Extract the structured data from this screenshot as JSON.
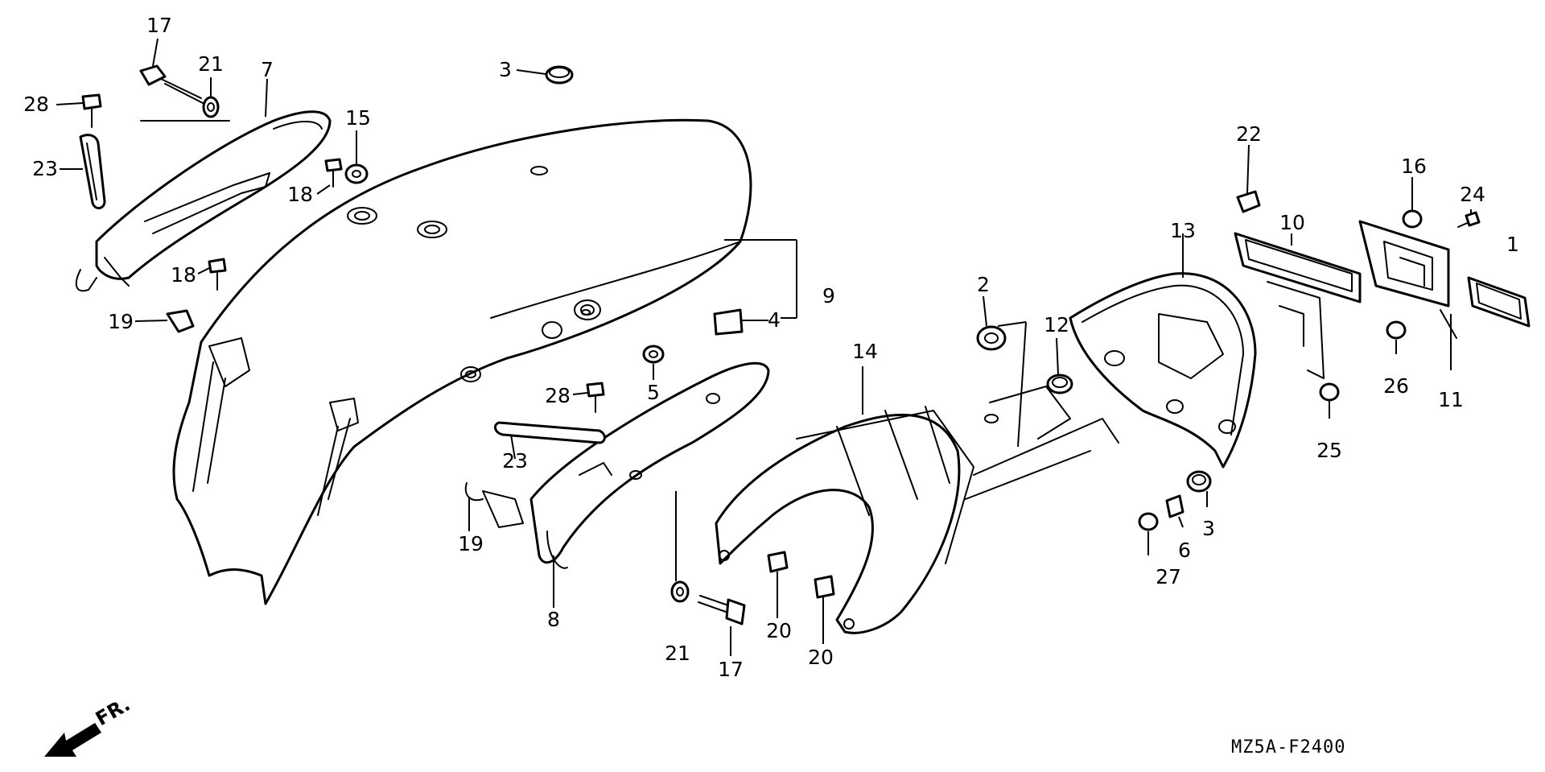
{
  "diagram": {
    "drawing_code": "MZ5A-F2400",
    "direction_label": "FR.",
    "callouts": [
      {
        "id": "c17a",
        "label": "17"
      },
      {
        "id": "c21a",
        "label": "21"
      },
      {
        "id": "c7",
        "label": "7"
      },
      {
        "id": "c28a",
        "label": "28"
      },
      {
        "id": "c23a",
        "label": "23"
      },
      {
        "id": "c15",
        "label": "15"
      },
      {
        "id": "c18a",
        "label": "18"
      },
      {
        "id": "c18b",
        "label": "18"
      },
      {
        "id": "c19a",
        "label": "19"
      },
      {
        "id": "c3a",
        "label": "3"
      },
      {
        "id": "c9",
        "label": "9"
      },
      {
        "id": "c4",
        "label": "4"
      },
      {
        "id": "c5",
        "label": "5"
      },
      {
        "id": "c28b",
        "label": "28"
      },
      {
        "id": "c23b",
        "label": "23"
      },
      {
        "id": "c19b",
        "label": "19"
      },
      {
        "id": "c8",
        "label": "8"
      },
      {
        "id": "c21b",
        "label": "21"
      },
      {
        "id": "c17b",
        "label": "17"
      },
      {
        "id": "c20a",
        "label": "20"
      },
      {
        "id": "c20b",
        "label": "20"
      },
      {
        "id": "c14",
        "label": "14"
      },
      {
        "id": "c2",
        "label": "2"
      },
      {
        "id": "c12",
        "label": "12"
      },
      {
        "id": "c13",
        "label": "13"
      },
      {
        "id": "c22",
        "label": "22"
      },
      {
        "id": "c10",
        "label": "10"
      },
      {
        "id": "c16",
        "label": "16"
      },
      {
        "id": "c24",
        "label": "24"
      },
      {
        "id": "c1",
        "label": "1"
      },
      {
        "id": "c26",
        "label": "26"
      },
      {
        "id": "c11",
        "label": "11"
      },
      {
        "id": "c25",
        "label": "25"
      },
      {
        "id": "c3b",
        "label": "3"
      },
      {
        "id": "c6",
        "label": "6"
      },
      {
        "id": "c27",
        "label": "27"
      }
    ]
  }
}
